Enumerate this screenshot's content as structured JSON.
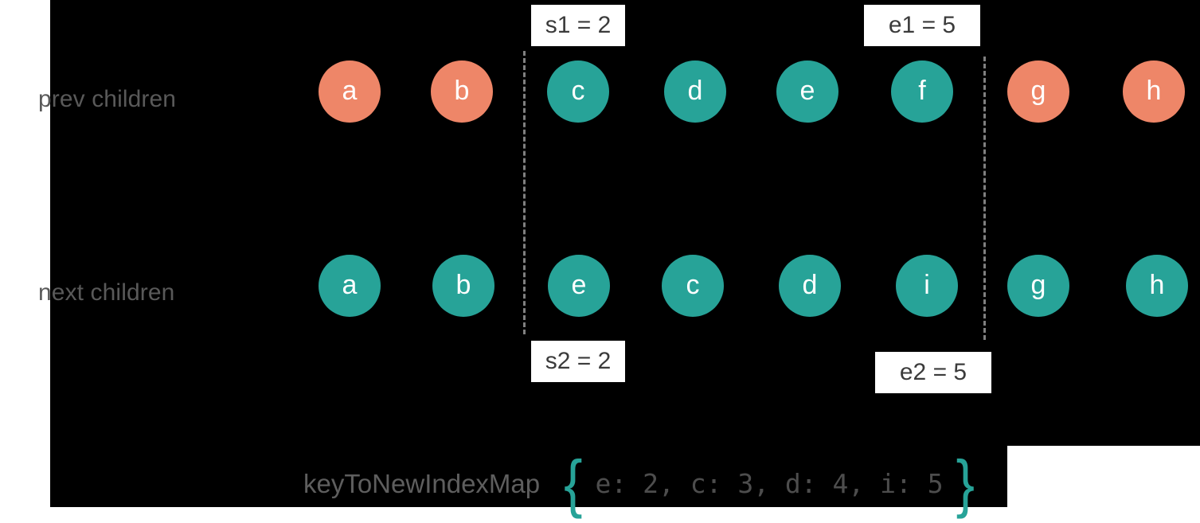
{
  "diagram": {
    "title": "vue diff algorithm unkeyed/keyed children patch ranges",
    "background_color": "#000000",
    "accent_teal": "#27a398",
    "accent_orange": "#ee8668",
    "label_color": "#595959"
  },
  "rows": [
    {
      "label": "prev children",
      "nodes": [
        {
          "key": "a",
          "color": "orange"
        },
        {
          "key": "b",
          "color": "orange"
        },
        {
          "key": "c",
          "color": "teal"
        },
        {
          "key": "d",
          "color": "teal"
        },
        {
          "key": "e",
          "color": "teal"
        },
        {
          "key": "f",
          "color": "teal"
        },
        {
          "key": "g",
          "color": "orange"
        },
        {
          "key": "h",
          "color": "orange"
        }
      ]
    },
    {
      "label": "next children",
      "nodes": [
        {
          "key": "a",
          "color": "teal"
        },
        {
          "key": "b",
          "color": "teal"
        },
        {
          "key": "e",
          "color": "teal"
        },
        {
          "key": "c",
          "color": "teal"
        },
        {
          "key": "d",
          "color": "teal"
        },
        {
          "key": "i",
          "color": "teal"
        },
        {
          "key": "g",
          "color": "teal"
        },
        {
          "key": "h",
          "color": "teal"
        }
      ]
    }
  ],
  "markers": {
    "s1": "s1 = 2",
    "e1": "e1 = 5",
    "s2": "s2 = 2",
    "e2": "e2 = 5"
  },
  "map": {
    "title": "keyToNewIndexMap",
    "open_brace": "{",
    "close_brace": "}",
    "value": "e: 2, c: 3, d: 4, i: 5",
    "entries": [
      {
        "key": "e",
        "index": 2
      },
      {
        "key": "c",
        "index": 3
      },
      {
        "key": "d",
        "index": 4
      },
      {
        "key": "i",
        "index": 5
      }
    ]
  }
}
